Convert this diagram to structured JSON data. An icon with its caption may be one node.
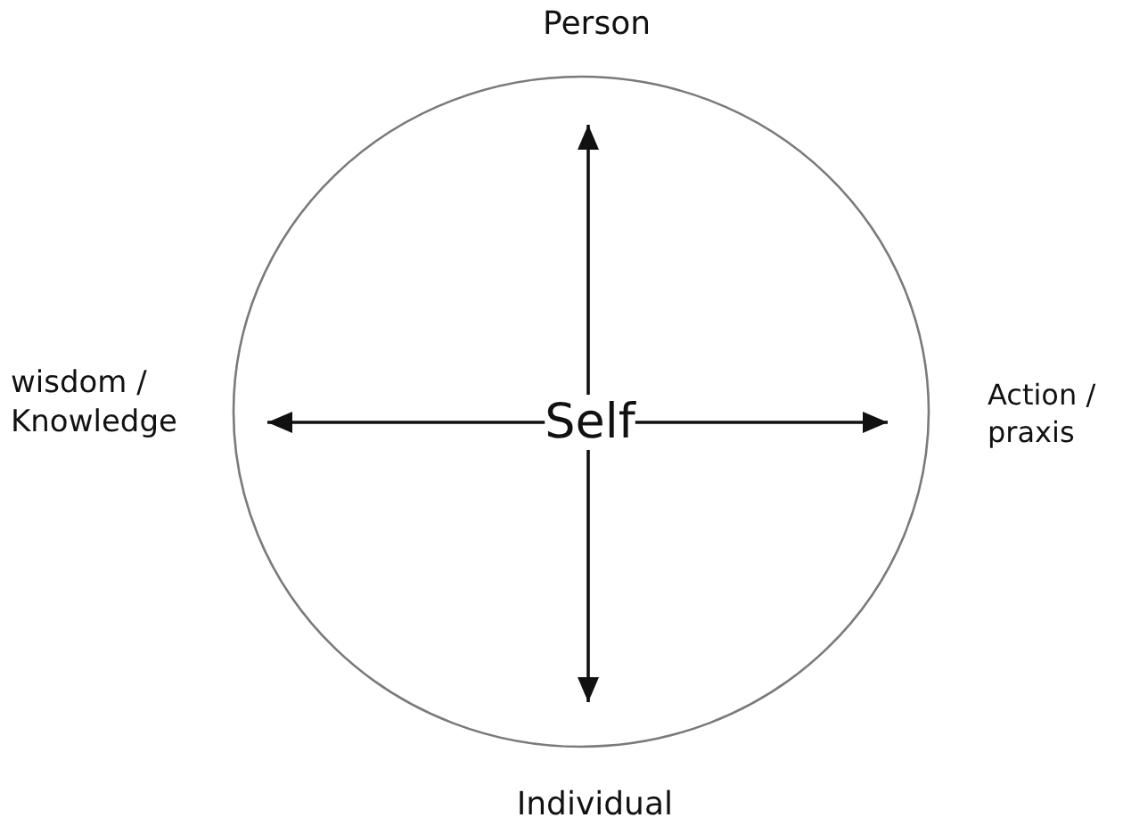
{
  "diagram": {
    "nodes": [
      {
        "text": [],
        "shape": "circle"
      },
      {
        "text": [
          "Self"
        ],
        "in": 0
      }
    ],
    "edges": [
      {
        "from": 1,
        "to": null,
        "arrow": "to"
      },
      {
        "from": 1,
        "to": null,
        "arrow": "to"
      },
      {
        "from": 1,
        "to": null,
        "arrow": "to"
      },
      {
        "from": 1,
        "to": null,
        "arrow": "to"
      }
    ],
    "labels": [
      "Person",
      "wisdom / Knowledge",
      "Action / praxis",
      "Individual"
    ]
  }
}
